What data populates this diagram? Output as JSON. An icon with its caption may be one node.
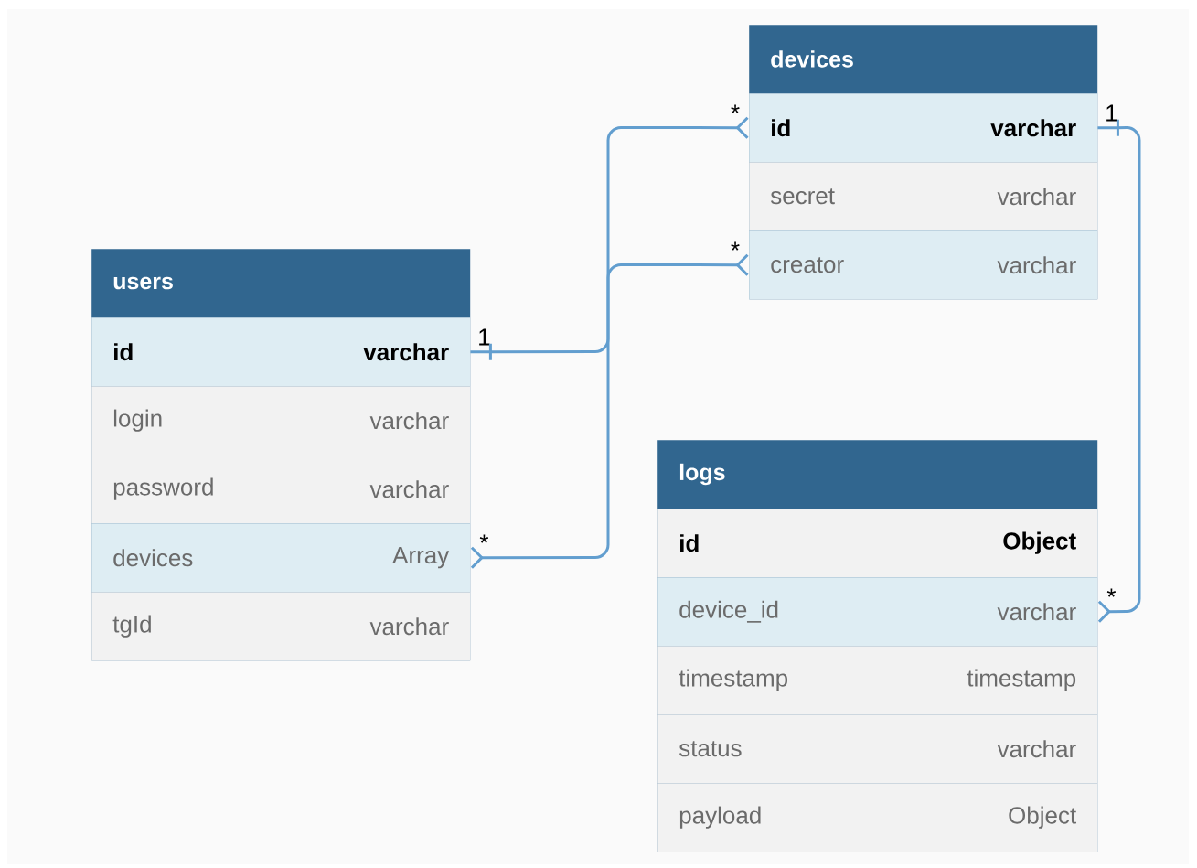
{
  "diagram": {
    "nodes": [
      {
        "text": [
          "devices"
        ]
      },
      {
        "text": [
          "id",
          "varchar"
        ],
        "in": 0,
        "beside": [
          "*",
          "1"
        ]
      },
      {
        "text": [
          "secret",
          "varchar"
        ],
        "in": 0
      },
      {
        "text": [
          "creator",
          "varchar"
        ],
        "in": 0,
        "beside": [
          "*"
        ]
      },
      {
        "text": [
          "users"
        ]
      },
      {
        "text": [
          "id",
          "varchar"
        ],
        "in": 4,
        "beside": [
          "1"
        ]
      },
      {
        "text": [
          "login",
          "varchar"
        ],
        "in": 4
      },
      {
        "text": [
          "password",
          "varchar"
        ],
        "in": 4
      },
      {
        "text": [
          "devices",
          "Array"
        ],
        "in": 4,
        "beside": [
          "*"
        ]
      },
      {
        "text": [
          "tgId",
          "varchar"
        ],
        "in": 4
      },
      {
        "text": [
          "logs"
        ]
      },
      {
        "text": [
          "id",
          "Object"
        ],
        "in": 10
      },
      {
        "text": [
          "device_id",
          "varchar"
        ],
        "in": 10,
        "beside": [
          "*"
        ]
      },
      {
        "text": [
          "timestamp",
          "timestamp"
        ],
        "in": 10
      },
      {
        "text": [
          "status",
          "varchar"
        ],
        "in": 10
      },
      {
        "text": [
          "payload",
          "Object"
        ],
        "in": 10
      }
    ],
    "edges": [
      {
        "from": 5,
        "to": 3,
        "arrow": "other"
      },
      {
        "from": 8,
        "to": 1,
        "arrow": "other"
      },
      {
        "from": 1,
        "to": 12,
        "arrow": "other"
      }
    ]
  }
}
